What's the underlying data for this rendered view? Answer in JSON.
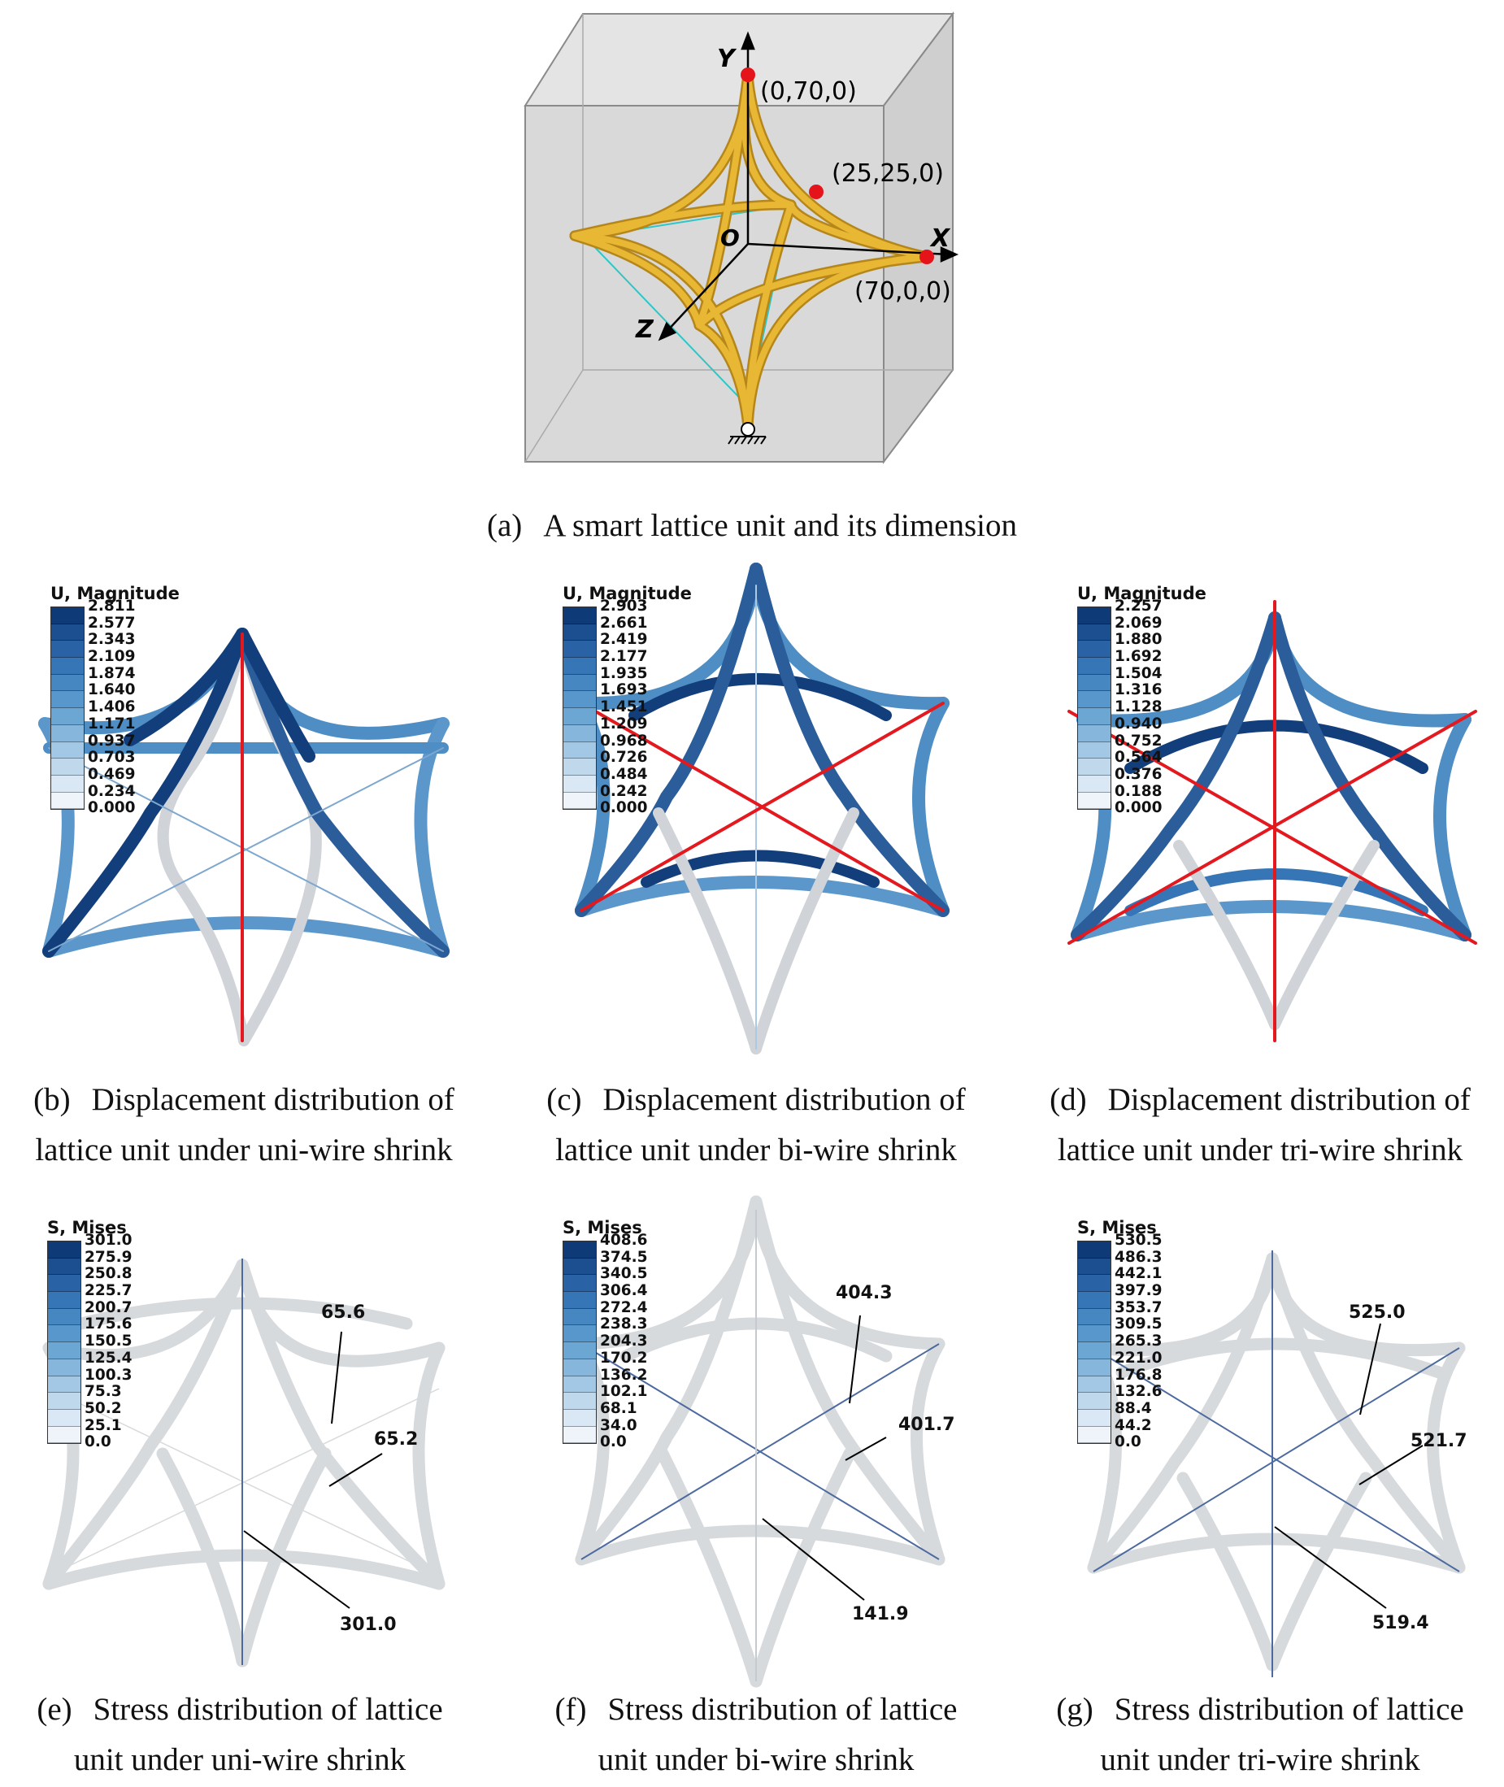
{
  "panel_a": {
    "axis_labels": {
      "y": "Y",
      "x": "X",
      "z": "Z",
      "origin": "O"
    },
    "points": [
      "(0,70,0)",
      "(25,25,0)",
      "(70,0,0)"
    ],
    "caption_label": "(a)",
    "caption_text": "A smart lattice unit and its dimension",
    "colors": {
      "strut": "#e3b02a",
      "point": "#e5141a",
      "box_fill": "#d8d8d8",
      "box_edge": "#8a8a8a",
      "triangle": "#2ec6c6"
    }
  },
  "displacement_legend_title": "U, Magnitude",
  "stress_legend_title": "S, Mises",
  "panel_b": {
    "legend_values": [
      "2.811",
      "2.577",
      "2.343",
      "2.109",
      "1.874",
      "1.640",
      "1.406",
      "1.171",
      "0.937",
      "0.703",
      "0.469",
      "0.234",
      "0.000"
    ],
    "caption_label": "(b)",
    "caption_line1": "Displacement distribution of",
    "caption_line2": "lattice unit under uni-wire shrink"
  },
  "panel_c": {
    "legend_values": [
      "2.903",
      "2.661",
      "2.419",
      "2.177",
      "1.935",
      "1.693",
      "1.451",
      "1.209",
      "0.968",
      "0.726",
      "0.484",
      "0.242",
      "0.000"
    ],
    "caption_label": "(c)",
    "caption_line1": "Displacement distribution of",
    "caption_line2": "lattice unit under bi-wire shrink"
  },
  "panel_d": {
    "legend_values": [
      "2.257",
      "2.069",
      "1.880",
      "1.692",
      "1.504",
      "1.316",
      "1.128",
      "0.940",
      "0.752",
      "0.564",
      "0.376",
      "0.188",
      "0.000"
    ],
    "caption_label": "(d)",
    "caption_line1": "Displacement distribution of",
    "caption_line2": "lattice unit under tri-wire shrink"
  },
  "panel_e": {
    "legend_values": [
      "301.0",
      "275.9",
      "250.8",
      "225.7",
      "200.7",
      "175.6",
      "150.5",
      "125.4",
      "100.3",
      "75.3",
      "50.2",
      "25.1",
      "0.0"
    ],
    "callouts": [
      "65.6",
      "65.2",
      "301.0"
    ],
    "caption_label": "(e)",
    "caption_line1": "Stress distribution of lattice",
    "caption_line2": "unit under uni-wire shrink"
  },
  "panel_f": {
    "legend_values": [
      "408.6",
      "374.5",
      "340.5",
      "306.4",
      "272.4",
      "238.3",
      "204.3",
      "170.2",
      "136.2",
      "102.1",
      "68.1",
      "34.0",
      "0.0"
    ],
    "callouts": [
      "404.3",
      "401.7",
      "141.9"
    ],
    "caption_label": "(f)",
    "caption_line1": "Stress distribution of lattice",
    "caption_line2": "unit under bi-wire shrink"
  },
  "panel_g": {
    "legend_values": [
      "530.5",
      "486.3",
      "442.1",
      "397.9",
      "353.7",
      "309.5",
      "265.3",
      "221.0",
      "176.8",
      "132.6",
      "88.4",
      "44.2",
      "0.0"
    ],
    "callouts": [
      "525.0",
      "521.7",
      "519.4"
    ],
    "caption_label": "(g)",
    "caption_line1": "Stress distribution of lattice",
    "caption_line2": "unit under tri-wire shrink"
  },
  "colors": {
    "wire_red": "#e3191f",
    "dark_blue": "#123e7c",
    "mid_blue": "#4f8ec4",
    "light_blue": "#a9c9e4",
    "grey": "#d0d4d9"
  }
}
